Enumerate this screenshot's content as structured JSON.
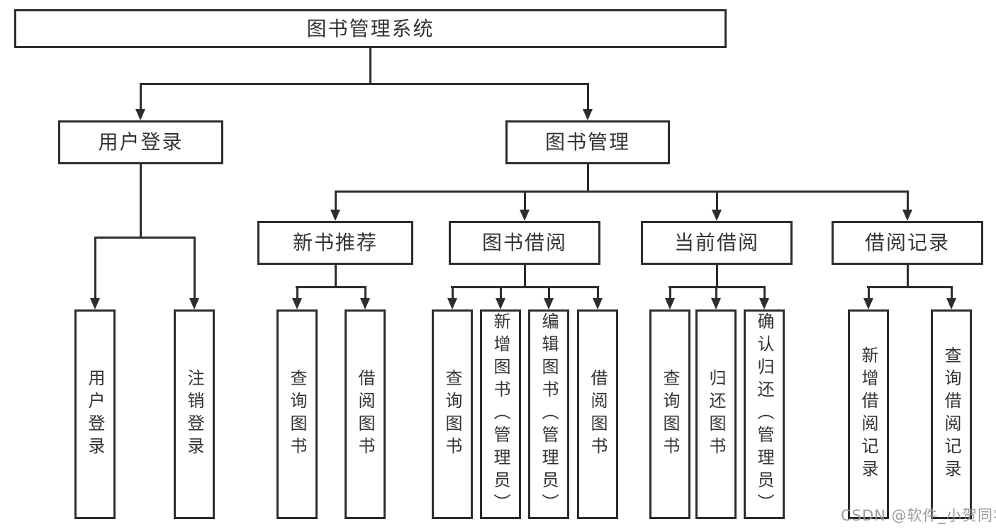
{
  "diagram": {
    "root": {
      "label": "图书管理系统"
    },
    "level1": [
      {
        "label": "用户登录"
      },
      {
        "label": "图书管理"
      }
    ],
    "level2": [
      {
        "label": "新书推荐"
      },
      {
        "label": "图书借阅"
      },
      {
        "label": "当前借阅"
      },
      {
        "label": "借阅记录"
      }
    ],
    "leaves": {
      "user_login": [
        {
          "label": "用户登录"
        },
        {
          "label": "注销登录"
        }
      ],
      "new_book": [
        {
          "label": "查询图书"
        },
        {
          "label": "借阅图书"
        }
      ],
      "book_borrow": [
        {
          "label": "查询图书"
        },
        {
          "label": "新增图书（管理员）"
        },
        {
          "label": "编辑图书（管理员）"
        },
        {
          "label": "借阅图书"
        }
      ],
      "current_borrow": [
        {
          "label": "查询图书"
        },
        {
          "label": "归还图书"
        },
        {
          "label": "确认归还（管理员）"
        }
      ],
      "borrow_record": [
        {
          "label": "新增借阅记录"
        },
        {
          "label": "查询借阅记录"
        }
      ]
    },
    "watermark": "CSDN @软件_小贺同学",
    "colors": {
      "line": "#2d2d2d",
      "text": "#333333",
      "watermark": "#969696",
      "background": "#ffffff"
    }
  }
}
